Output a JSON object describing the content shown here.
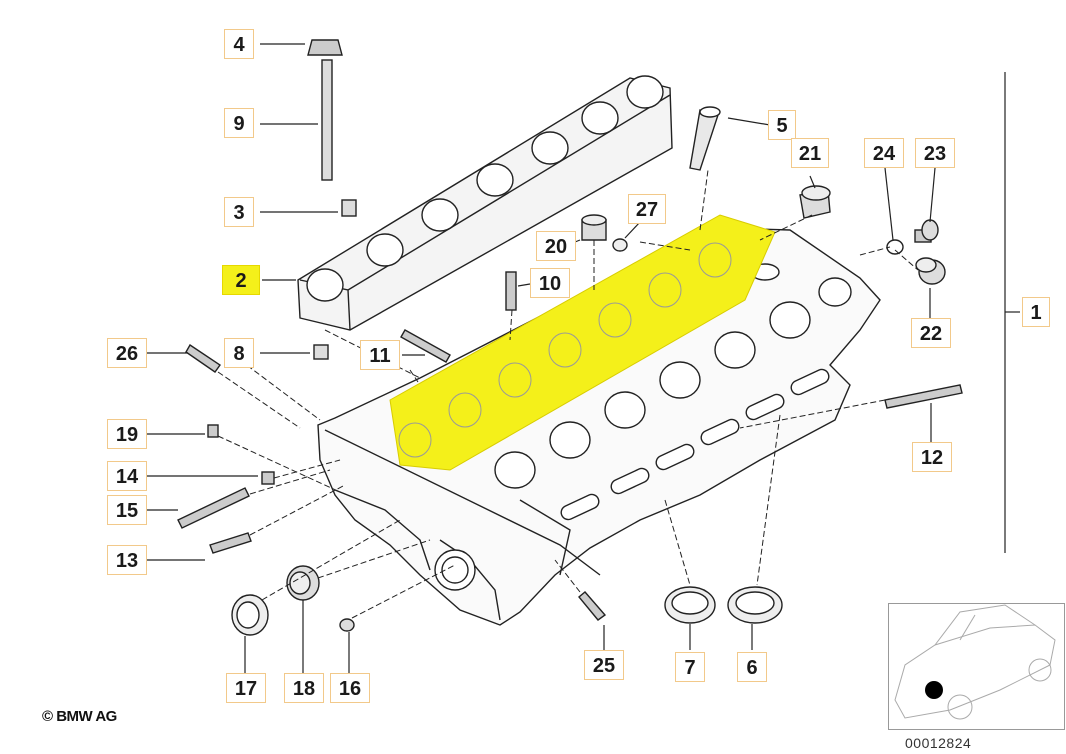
{
  "diagram": {
    "callouts": [
      {
        "id": "c1",
        "label": "1"
      },
      {
        "id": "c2",
        "label": "2",
        "highlighted": true
      },
      {
        "id": "c3",
        "label": "3"
      },
      {
        "id": "c4",
        "label": "4"
      },
      {
        "id": "c5",
        "label": "5"
      },
      {
        "id": "c6",
        "label": "6"
      },
      {
        "id": "c7",
        "label": "7"
      },
      {
        "id": "c8",
        "label": "8"
      },
      {
        "id": "c9",
        "label": "9"
      },
      {
        "id": "c10",
        "label": "10"
      },
      {
        "id": "c11",
        "label": "11"
      },
      {
        "id": "c12",
        "label": "12"
      },
      {
        "id": "c13",
        "label": "13"
      },
      {
        "id": "c14",
        "label": "14"
      },
      {
        "id": "c15",
        "label": "15"
      },
      {
        "id": "c16",
        "label": "16"
      },
      {
        "id": "c17",
        "label": "17"
      },
      {
        "id": "c18",
        "label": "18"
      },
      {
        "id": "c19",
        "label": "19"
      },
      {
        "id": "c20",
        "label": "20"
      },
      {
        "id": "c21",
        "label": "21"
      },
      {
        "id": "c22",
        "label": "22"
      },
      {
        "id": "c23",
        "label": "23"
      },
      {
        "id": "c24",
        "label": "24"
      },
      {
        "id": "c25",
        "label": "25"
      },
      {
        "id": "c26",
        "label": "26"
      },
      {
        "id": "c27",
        "label": "27"
      }
    ],
    "highlight_color": "#f4f01a",
    "copyright": "© BMW AG",
    "document_number": "00012824"
  }
}
